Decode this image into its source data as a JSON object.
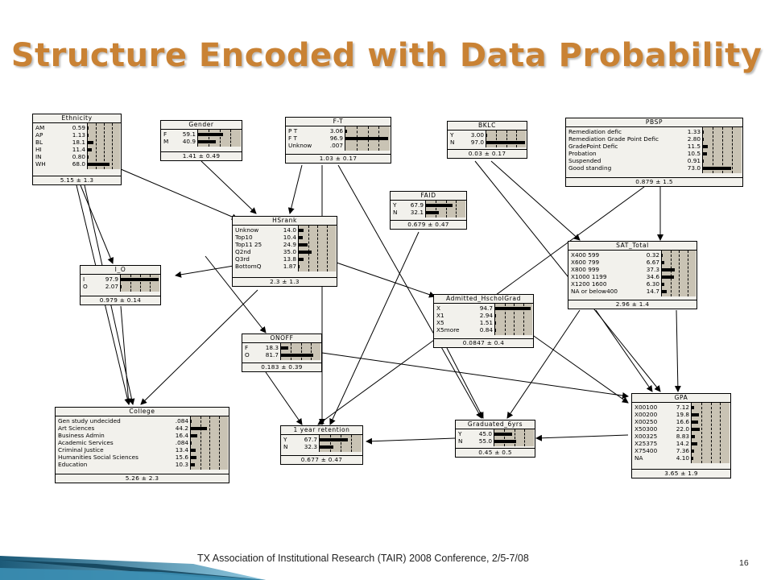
{
  "slide": {
    "title": "Structure Encoded with Data Probability",
    "footer": "TX Association of Institutional Research (TAIR) 2008 Conference, 2/5-7/08",
    "page_number": "16"
  },
  "nodes": {
    "ethnicity": {
      "title": "Ethnicity",
      "states": [
        {
          "label": "AM",
          "value": "0.59",
          "p": 0.59
        },
        {
          "label": "AP",
          "value": "1.13",
          "p": 1.13
        },
        {
          "label": "BL",
          "value": "18.1",
          "p": 18.1
        },
        {
          "label": "HI",
          "value": "11.4",
          "p": 11.4
        },
        {
          "label": "IN",
          "value": "0.80",
          "p": 0.8
        },
        {
          "label": "WH",
          "value": "68.0",
          "p": 68.0
        }
      ],
      "footer": "5.15 ± 1.3"
    },
    "gender": {
      "title": "Gender",
      "states": [
        {
          "label": "F",
          "value": "59.1",
          "p": 59.1
        },
        {
          "label": "M",
          "value": "40.9",
          "p": 40.9
        }
      ],
      "footer": "1.41 ± 0.49"
    },
    "ft": {
      "title": "F-T",
      "states": [
        {
          "label": "P T",
          "value": "3.06",
          "p": 3.06
        },
        {
          "label": "F T",
          "value": "96.9",
          "p": 96.9
        },
        {
          "label": "Unknow",
          "value": ".007",
          "p": 0.007
        }
      ],
      "footer": "1.03 ± 0.17"
    },
    "bklc": {
      "title": "BKLC",
      "states": [
        {
          "label": "Y",
          "value": "3.00",
          "p": 3.0
        },
        {
          "label": "N",
          "value": "97.0",
          "p": 97.0
        }
      ],
      "footer": "0.03 ± 0.17"
    },
    "pbsp": {
      "title": "PBSP",
      "states": [
        {
          "label": "Remediation defic",
          "value": "1.33",
          "p": 1.33
        },
        {
          "label": "Remediation Grade Point Defic",
          "value": "2.80",
          "p": 2.8
        },
        {
          "label": "GradePoint Defic",
          "value": "11.5",
          "p": 11.5
        },
        {
          "label": "Probation",
          "value": "10.5",
          "p": 10.5
        },
        {
          "label": "Suspended",
          "value": "0.91",
          "p": 0.91
        },
        {
          "label": "Good standing",
          "value": "73.0",
          "p": 73.0
        }
      ],
      "footer": "0.879 ± 1.5"
    },
    "faid": {
      "title": "FAID",
      "states": [
        {
          "label": "Y",
          "value": "67.9",
          "p": 67.9
        },
        {
          "label": "N",
          "value": "32.1",
          "p": 32.1
        }
      ],
      "footer": "0.679 ± 0.47"
    },
    "hsrank": {
      "title": "HSrank",
      "states": [
        {
          "label": "Unknow",
          "value": "14.0",
          "p": 14.0
        },
        {
          "label": "Top10",
          "value": "10.4",
          "p": 10.4
        },
        {
          "label": "Top11 25",
          "value": "24.9",
          "p": 24.9
        },
        {
          "label": "Q2nd",
          "value": "35.0",
          "p": 35.0
        },
        {
          "label": "Q3rd",
          "value": "13.8",
          "p": 13.8
        },
        {
          "label": "BottomQ",
          "value": "1.87",
          "p": 1.87
        }
      ],
      "footer": "2.3 ± 1.3"
    },
    "io": {
      "title": "I_O",
      "states": [
        {
          "label": "I",
          "value": "97.9",
          "p": 97.9
        },
        {
          "label": "O",
          "value": "2.07",
          "p": 2.07
        }
      ],
      "footer": "0.979 ± 0.14"
    },
    "sat": {
      "title": "SAT_Total",
      "states": [
        {
          "label": "X400 599",
          "value": "0.32",
          "p": 0.32
        },
        {
          "label": "X600 799",
          "value": "6.67",
          "p": 6.67
        },
        {
          "label": "X800 999",
          "value": "37.3",
          "p": 37.3
        },
        {
          "label": "X1000 1199",
          "value": "34.6",
          "p": 34.6
        },
        {
          "label": "X1200 1600",
          "value": "6.30",
          "p": 6.3
        },
        {
          "label": "NA or below400",
          "value": "14.7",
          "p": 14.7
        }
      ],
      "footer": "2.96 ± 1.4"
    },
    "admitted": {
      "title": "Admitted_HscholGrad",
      "states": [
        {
          "label": "X",
          "value": "94.7",
          "p": 94.7
        },
        {
          "label": "X1",
          "value": "2.94",
          "p": 2.94
        },
        {
          "label": "X5",
          "value": "1.51",
          "p": 1.51
        },
        {
          "label": "X5more",
          "value": "0.84",
          "p": 0.84
        }
      ],
      "footer": "0.0847 ± 0.4"
    },
    "onoff": {
      "title": "ONOFF",
      "states": [
        {
          "label": "F",
          "value": "18.3",
          "p": 18.3
        },
        {
          "label": "O",
          "value": "81.7",
          "p": 81.7
        }
      ],
      "footer": "0.183 ± 0.39"
    },
    "college": {
      "title": "College",
      "states": [
        {
          "label": "Gen study undecided",
          "value": ".084",
          "p": 0.084
        },
        {
          "label": "Art Sciences",
          "value": "44.2",
          "p": 44.2
        },
        {
          "label": "Business Admin",
          "value": "16.4",
          "p": 16.4
        },
        {
          "label": "Academic Services",
          "value": ".084",
          "p": 0.084
        },
        {
          "label": "Criminal Justice",
          "value": "13.4",
          "p": 13.4
        },
        {
          "label": "Humanities Social Sciences",
          "value": "15.6",
          "p": 15.6
        },
        {
          "label": "Education",
          "value": "10.3",
          "p": 10.3
        }
      ],
      "footer": "5.26 ± 2.3"
    },
    "retention": {
      "title": "1 year retention",
      "states": [
        {
          "label": "Y",
          "value": "67.7",
          "p": 67.7
        },
        {
          "label": "N",
          "value": "32.3",
          "p": 32.3
        }
      ],
      "footer": "0.677 ± 0.47"
    },
    "graduated": {
      "title": "Graduated_6yrs",
      "states": [
        {
          "label": "Y",
          "value": "45.0",
          "p": 45.0
        },
        {
          "label": "N",
          "value": "55.0",
          "p": 55.0
        }
      ],
      "footer": "0.45 ± 0.5"
    },
    "gpa": {
      "title": "GPA",
      "states": [
        {
          "label": "X00100",
          "value": "7.12",
          "p": 7.12
        },
        {
          "label": "X00200",
          "value": "19.8",
          "p": 19.8
        },
        {
          "label": "X00250",
          "value": "16.6",
          "p": 16.6
        },
        {
          "label": "X50300",
          "value": "22.0",
          "p": 22.0
        },
        {
          "label": "X00325",
          "value": "8.83",
          "p": 8.83
        },
        {
          "label": "X25375",
          "value": "14.2",
          "p": 14.2
        },
        {
          "label": "X75400",
          "value": "7.36",
          "p": 7.36
        },
        {
          "label": "NA",
          "value": "4.10",
          "p": 4.1
        }
      ],
      "footer": "3.65 ± 1.9"
    }
  },
  "colors": {
    "title": "#c98234",
    "node_fill": "#f2f1ec",
    "bar_area": "#c9c3b4",
    "swoosh_dark": "#1f5f7a",
    "swoosh_light": "#6fb8d6"
  }
}
